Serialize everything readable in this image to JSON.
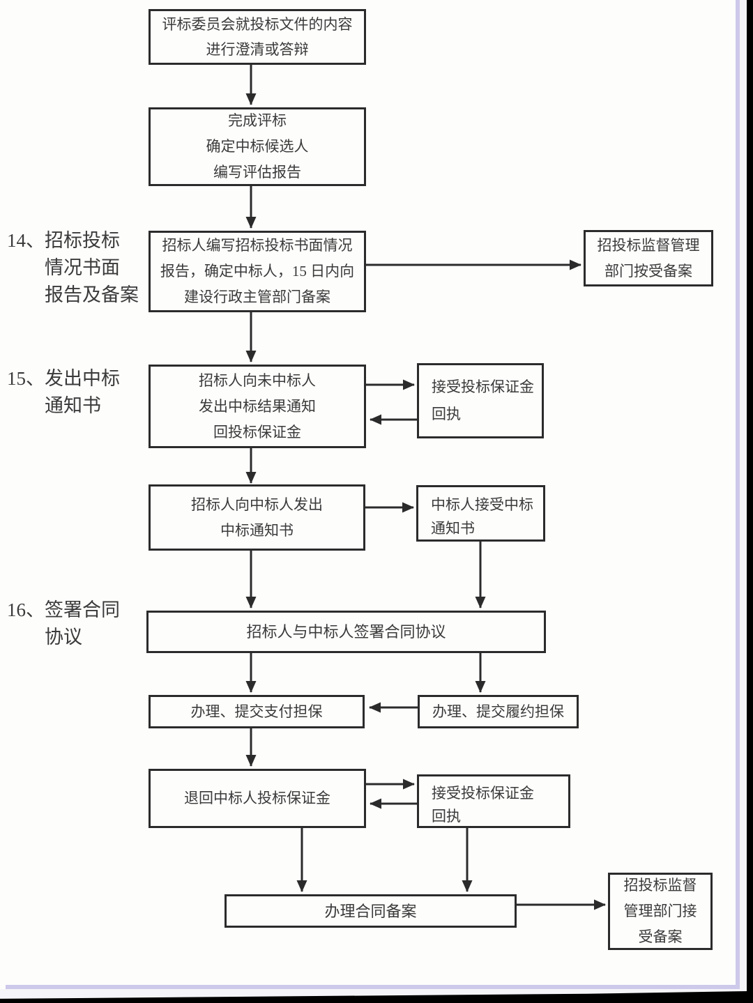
{
  "palette": {
    "page_bg": "#fdfdfc",
    "outer_bg": "#f5f4f8",
    "frame_lavender": "#cdc9ea",
    "photo_edge": "#000000",
    "line_color": "#2b2b2b",
    "text_color": "#3a3a3a"
  },
  "section_labels": {
    "s14": {
      "lines": [
        "14、招标投标",
        "情况书面",
        "报告及备案"
      ]
    },
    "s15": {
      "lines": [
        "15、发出中标",
        "通知书"
      ]
    },
    "s16": {
      "lines": [
        "16、签署合同",
        "协议"
      ]
    }
  },
  "nodes": {
    "clarify_defense": {
      "lines": [
        "评标委员会就投标文件的内容",
        "进行澄清或答辩"
      ]
    },
    "complete_evaluation": {
      "lines": [
        "完成评标",
        "确定中标候选人",
        "编写评估报告"
      ]
    },
    "written_report": {
      "lines": [
        "招标人编写招标投标书面情况",
        "报告，确定中标人，15 日内向",
        "建设行政主管部门备案"
      ]
    },
    "supervision_filing": {
      "lines": [
        "招投标监督管理",
        "部门按受备案"
      ]
    },
    "notify_losing_bidders": {
      "lines": [
        "招标人向未中标人",
        "发出中标结果通知",
        "回投标保证金"
      ]
    },
    "deposit_receipt_1": {
      "lines": [
        "接受投标保证金",
        "回执"
      ]
    },
    "notify_winner": {
      "lines": [
        "招标人向中标人发出",
        "中标通知书"
      ]
    },
    "winner_accepts_notice": {
      "lines": [
        "中标人接受中标",
        "通知书"
      ]
    },
    "sign_contract": {
      "lines": [
        "招标人与中标人签署合同协议"
      ]
    },
    "payment_guarantee": {
      "lines": [
        "办理、提交支付担保"
      ]
    },
    "performance_guarantee": {
      "lines": [
        "办理、提交履约担保"
      ]
    },
    "return_winner_deposit": {
      "lines": [
        "退回中标人投标保证金"
      ]
    },
    "deposit_receipt_2": {
      "lines": [
        "接受投标保证金",
        "回执"
      ]
    },
    "contract_filing": {
      "lines": [
        "办理合同备案"
      ]
    },
    "supervision_accepts": {
      "lines": [
        "招投标监督",
        "管理部门接",
        "受备案"
      ]
    }
  }
}
